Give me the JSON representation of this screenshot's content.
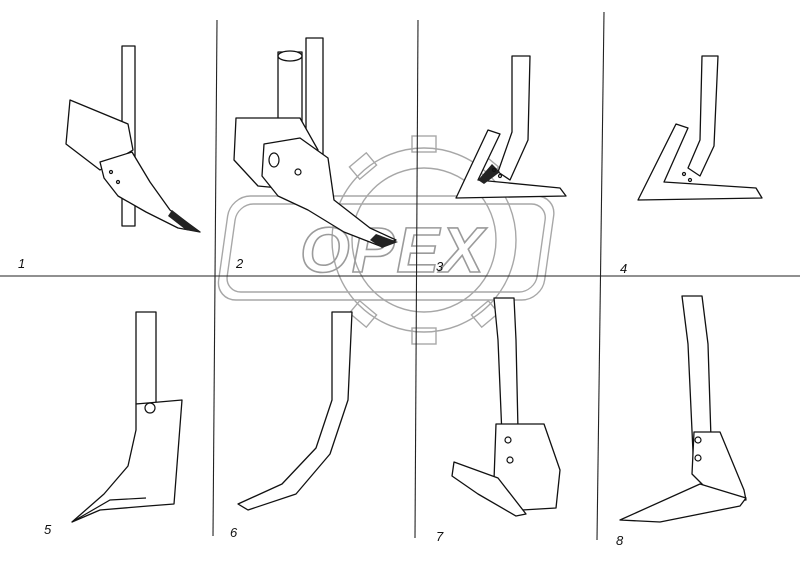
{
  "labels": [
    "1",
    "2",
    "3",
    "4",
    "5",
    "6",
    "7",
    "8"
  ],
  "watermark": {
    "text": "OPEX"
  }
}
